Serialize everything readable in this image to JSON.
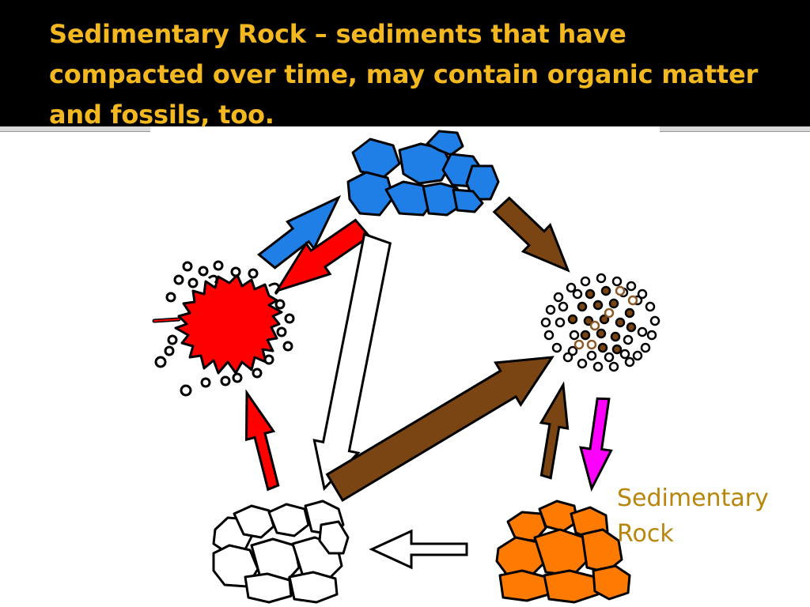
{
  "slide": {
    "title_line1": "Sedimentary Rock – sediments that have",
    "title_line2": "compacted over time, may contain organic matter",
    "title_line3": "and fossils, too.",
    "label_line1": "Sedimentary",
    "label_line2": "Rock"
  },
  "colors": {
    "title": "#f3b820",
    "label": "#b8860b",
    "metamorphic": "#1f7fe6",
    "magma": "#ff0000",
    "sediment": "#7a4413",
    "sedimentary": "#ff7a00",
    "pink_arrow": "#ff00ff"
  },
  "icons": {
    "metamorphic_rock": "blue-rock-icon",
    "magma": "red-splat-icon",
    "sediments": "dotted-sediment-icon",
    "igneous_rock": "white-rock-icon",
    "sedimentary_rock": "orange-rock-icon"
  }
}
